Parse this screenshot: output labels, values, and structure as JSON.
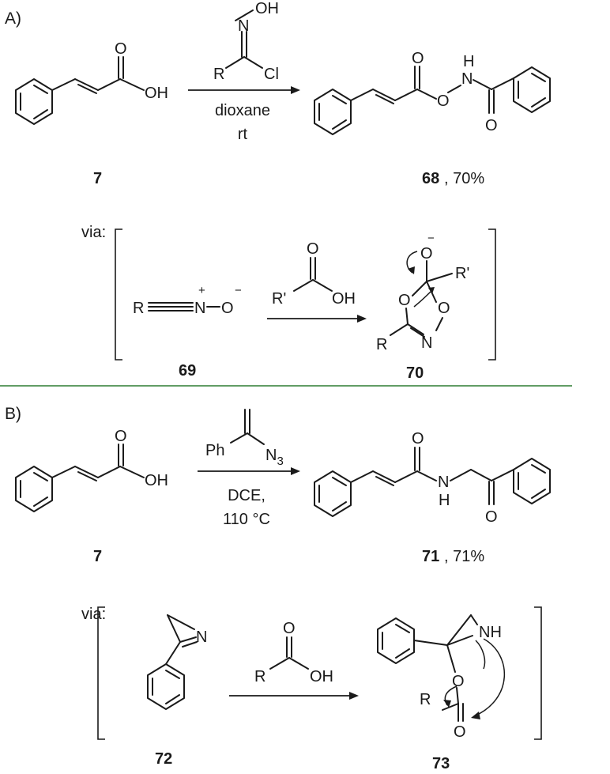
{
  "sections": {
    "a": "A)",
    "b": "B)"
  },
  "scheme_a": {
    "reagent_oh": "OH",
    "reagent_n": "N",
    "reagent_r": "R",
    "reagent_cl": "Cl",
    "condition_1": "dioxane",
    "condition_2": "rt",
    "sm_oh": "OH",
    "sm_o": "O",
    "sm_label": "7",
    "product_label": "68",
    "product_yield": ", 70%",
    "product_o1": "O",
    "product_o2": "O",
    "product_o3": "O",
    "product_h": "H",
    "product_n": "N",
    "via": "via:",
    "nitrile_oxide_r": "R",
    "nitrile_oxide_n": "N",
    "nitrile_oxide_o": "O",
    "plus": "+",
    "minus": "−",
    "acid_rprime": "R'",
    "acid_o": "O",
    "acid_oh": "OH",
    "int69_label": "69",
    "int70_label": "70",
    "int70_o_minus": "O",
    "int70_rprime": "R'",
    "int70_o_ring1": "O",
    "int70_o_ring2": "O",
    "int70_n": "N",
    "int70_r": "R"
  },
  "scheme_b": {
    "reagent_ph": "Ph",
    "reagent_n3": "N",
    "reagent_n3_sub": "3",
    "condition_1": "DCE,",
    "condition_2": "110 °C",
    "sm_oh": "OH",
    "sm_o": "O",
    "sm_label": "7",
    "product_label": "71",
    "product_yield": ", 71%",
    "product_o1": "O",
    "product_o2": "O",
    "product_n": "N",
    "product_h": "H",
    "via": "via:",
    "azirine_n": "N",
    "acid_r": "R",
    "acid_o": "O",
    "acid_oh": "OH",
    "int72_label": "72",
    "int73_label": "73",
    "int73_nh": "NH",
    "int73_o_ring": "O",
    "int73_o_carbonyl": "O",
    "int73_r": "R"
  },
  "colors": {
    "divider": "#2e7d32",
    "ink": "#1a1a1a"
  }
}
